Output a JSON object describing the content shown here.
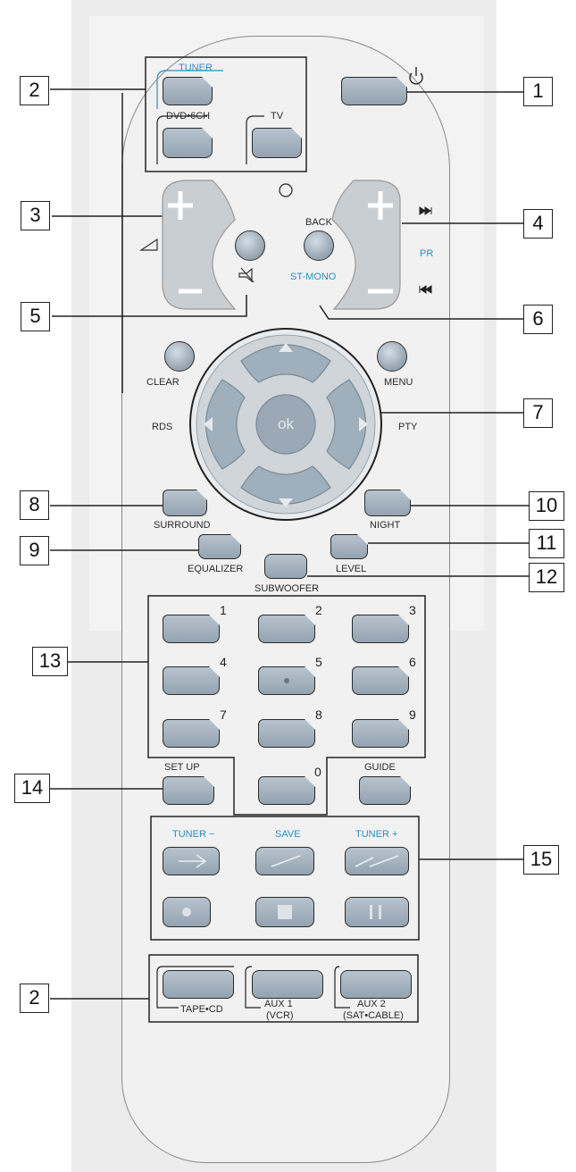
{
  "callouts": {
    "c1": "1",
    "c2a": "2",
    "c3": "3",
    "c4": "4",
    "c5": "5",
    "c6": "6",
    "c7": "7",
    "c8": "8",
    "c9": "9",
    "c10": "10",
    "c11": "11",
    "c12": "12",
    "c13": "13",
    "c14": "14",
    "c15": "15",
    "c2b": "2"
  },
  "source_group": {
    "tuner": "TUNER",
    "dvd": "DVD•6CH",
    "tv": "TV"
  },
  "volume": {
    "back": "BACK",
    "st_mono": "ST-MONO",
    "pr": "PR",
    "plus": "+",
    "minus": "−"
  },
  "nav": {
    "clear": "CLEAR",
    "menu": "MENU",
    "rds": "RDS",
    "pty": "PTY",
    "ok": "ok"
  },
  "sound": {
    "surround": "SURROUND",
    "night": "NIGHT",
    "equalizer": "EQUALIZER",
    "level": "LEVEL",
    "subwoofer": "SUBWOOFER"
  },
  "numpad": {
    "n1": "1",
    "n2": "2",
    "n3": "3",
    "n4": "4",
    "n5": "5",
    "n6": "6",
    "n7": "7",
    "n8": "8",
    "n9": "9",
    "n0": "0",
    "setup": "SET UP",
    "guide": "GUIDE"
  },
  "tuner_row": {
    "tuner_minus": "TUNER −",
    "save": "SAVE",
    "tuner_plus": "TUNER +"
  },
  "bottom_sources": {
    "tape_cd": "TAPE•CD",
    "aux1_line1": "AUX 1",
    "aux1_line2": "(VCR)",
    "aux2_line1": "AUX 2",
    "aux2_line2": "(SAT•CABLE)"
  },
  "colors": {
    "accent_blue": "#2a8fc0",
    "button_fill": "#9aa9b6",
    "body": "#f1f1f1"
  }
}
